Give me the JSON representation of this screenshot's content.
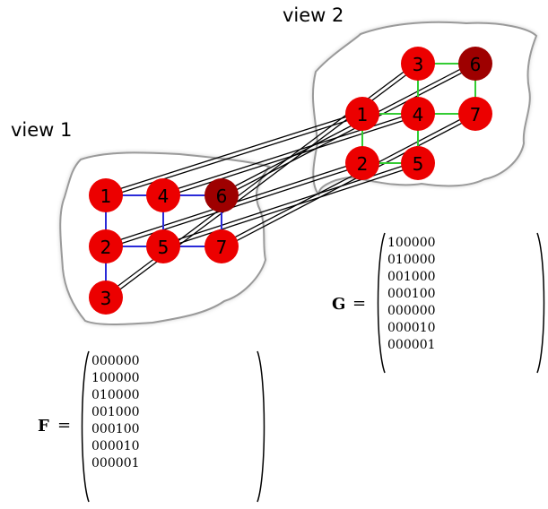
{
  "labels": {
    "view1": "view 1",
    "view2": "view 2"
  },
  "colors": {
    "node_red": "#ec0000",
    "node_dark": "#9e0000",
    "view1_edges": "#2a2ad8",
    "view2_edges": "#33cc33",
    "links": "#000000"
  },
  "view1": {
    "nodes": [
      {
        "id": "1",
        "label": "1",
        "dark": false
      },
      {
        "id": "4",
        "label": "4",
        "dark": false
      },
      {
        "id": "6",
        "label": "6",
        "dark": true
      },
      {
        "id": "2",
        "label": "2",
        "dark": false
      },
      {
        "id": "5",
        "label": "5",
        "dark": false
      },
      {
        "id": "7",
        "label": "7",
        "dark": false
      },
      {
        "id": "3",
        "label": "3",
        "dark": false
      }
    ],
    "edges": [
      [
        "1",
        "4"
      ],
      [
        "4",
        "6"
      ],
      [
        "1",
        "2"
      ],
      [
        "4",
        "5"
      ],
      [
        "6",
        "7"
      ],
      [
        "2",
        "5"
      ],
      [
        "5",
        "7"
      ],
      [
        "2",
        "3"
      ]
    ]
  },
  "view2": {
    "nodes": [
      {
        "id": "3",
        "label": "3",
        "dark": false
      },
      {
        "id": "6",
        "label": "6",
        "dark": true
      },
      {
        "id": "1",
        "label": "1",
        "dark": false
      },
      {
        "id": "4",
        "label": "4",
        "dark": false
      },
      {
        "id": "7",
        "label": "7",
        "dark": false
      },
      {
        "id": "2",
        "label": "2",
        "dark": false
      },
      {
        "id": "5",
        "label": "5",
        "dark": false
      }
    ],
    "edges": [
      [
        "3",
        "6"
      ],
      [
        "3",
        "4"
      ],
      [
        "6",
        "7"
      ],
      [
        "1",
        "4"
      ],
      [
        "4",
        "7"
      ],
      [
        "1",
        "2"
      ],
      [
        "4",
        "5"
      ],
      [
        "2",
        "5"
      ]
    ]
  },
  "correspondences": [
    [
      "1",
      "1"
    ],
    [
      "4",
      "4"
    ],
    [
      "6",
      "6"
    ],
    [
      "2",
      "2"
    ],
    [
      "5",
      "5"
    ],
    [
      "7",
      "7"
    ],
    [
      "3",
      "3"
    ]
  ],
  "matrix_G": {
    "name": "G",
    "equals": "=",
    "rows": [
      [
        "1",
        "0",
        "0",
        "0",
        "0",
        "0"
      ],
      [
        "0",
        "1",
        "0",
        "0",
        "0",
        "0"
      ],
      [
        "0",
        "0",
        "1",
        "0",
        "0",
        "0"
      ],
      [
        "0",
        "0",
        "0",
        "1",
        "0",
        "0"
      ],
      [
        "0",
        "0",
        "0",
        "0",
        "0",
        "0"
      ],
      [
        "0",
        "0",
        "0",
        "0",
        "1",
        "0"
      ],
      [
        "0",
        "0",
        "0",
        "0",
        "0",
        "1"
      ]
    ]
  },
  "matrix_F": {
    "name": "F",
    "equals": "=",
    "rows": [
      [
        "0",
        "0",
        "0",
        "0",
        "0",
        "0"
      ],
      [
        "1",
        "0",
        "0",
        "0",
        "0",
        "0"
      ],
      [
        "0",
        "1",
        "0",
        "0",
        "0",
        "0"
      ],
      [
        "0",
        "0",
        "1",
        "0",
        "0",
        "0"
      ],
      [
        "0",
        "0",
        "0",
        "1",
        "0",
        "0"
      ],
      [
        "0",
        "0",
        "0",
        "0",
        "1",
        "0"
      ],
      [
        "0",
        "0",
        "0",
        "0",
        "0",
        "1"
      ]
    ]
  }
}
